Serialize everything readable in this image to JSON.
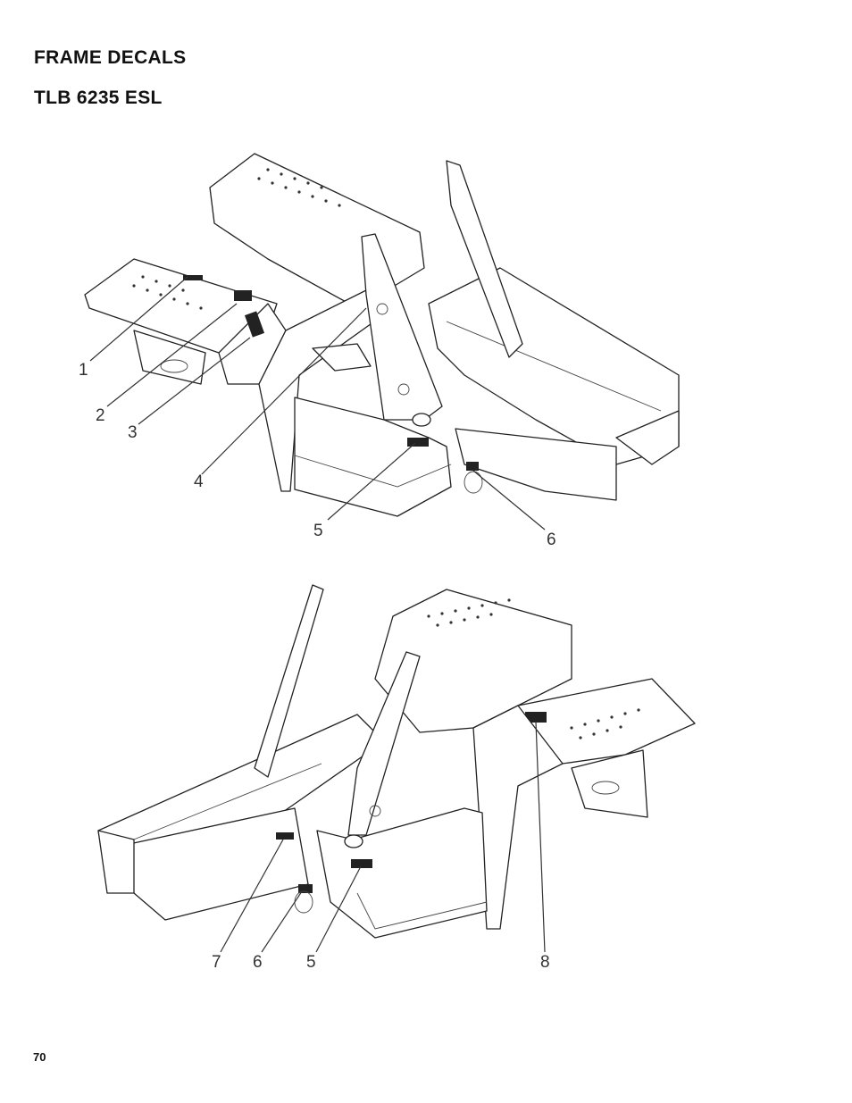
{
  "header": {
    "title": "FRAME DECALS",
    "subtitle": "TLB 6235 ESL"
  },
  "figures": {
    "top": {
      "callouts": [
        "1",
        "2",
        "3",
        "4",
        "5",
        "6"
      ]
    },
    "bottom": {
      "callouts": [
        "7",
        "6",
        "5",
        "8"
      ]
    }
  },
  "footer": {
    "page_number": "70"
  }
}
